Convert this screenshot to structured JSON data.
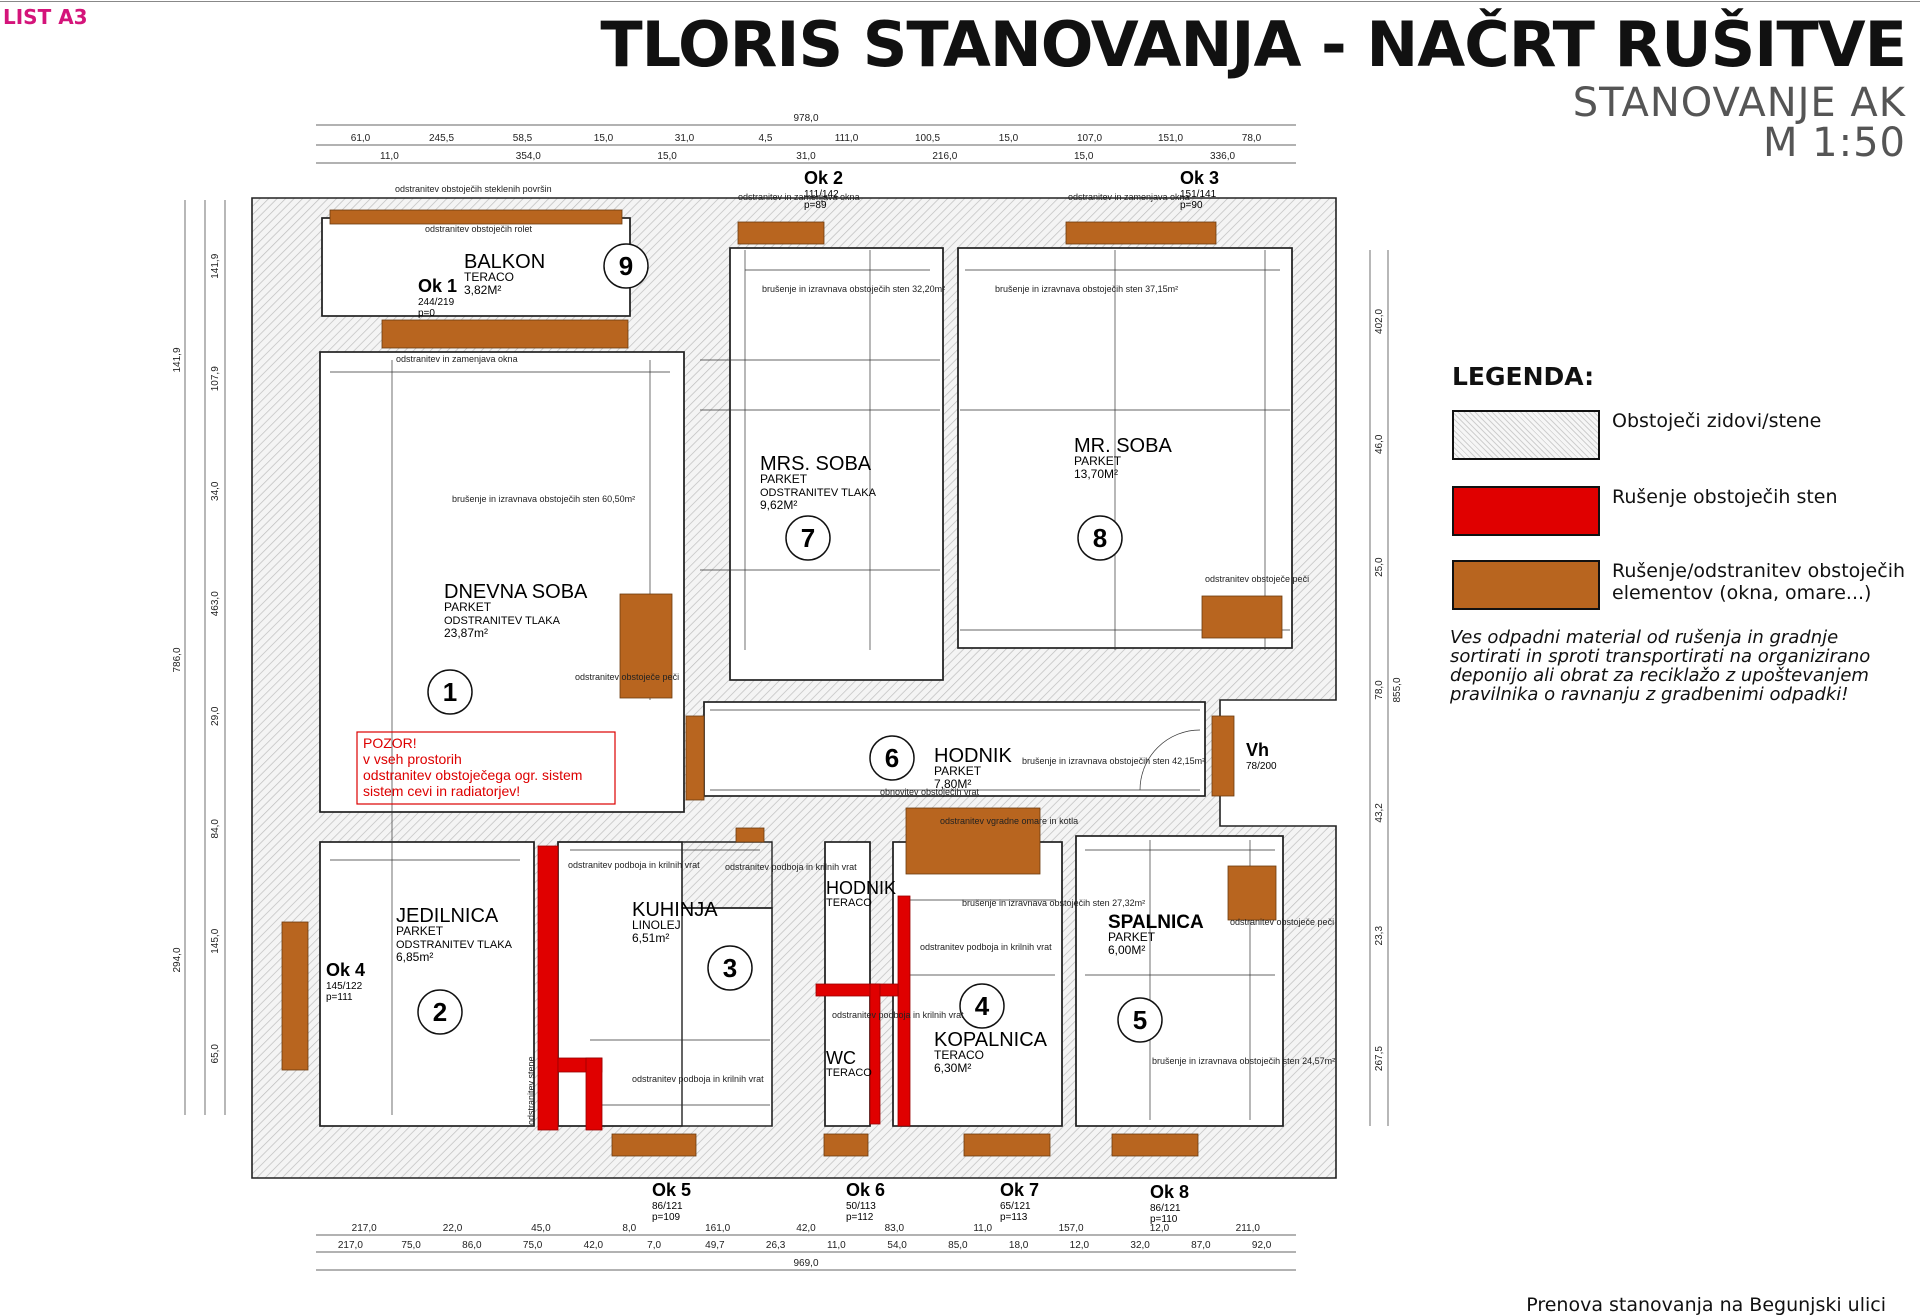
{
  "header": {
    "sheet": "LIST A3",
    "title": "TLORIS STANOVANJA - NAČRT RUŠITVE",
    "subtitle": "STANOVANJE AK",
    "scale": "M 1:50"
  },
  "legend": {
    "title": "LEGENDA:",
    "items": [
      {
        "label": "Obstoječi zidovi/stene"
      },
      {
        "label": "Rušenje obstoječih sten",
        "color": "#e00000"
      },
      {
        "label_1": "Rušenje/odstranitev obstoječih",
        "label_2": "elementov (okna, omare...)",
        "color": "#b8651f"
      }
    ],
    "note": "Ves odpadni material od rušenja in gradnje sortirati in sproti transportirati na organizirano deponijo ali obrat za reciklažo z upoštevanjem pravilnika o ravnanju z gradbenimi odpadki!"
  },
  "footer": "Prenova stanovanja na Begunjski ulici",
  "rooms": [
    {
      "num": "1",
      "name": "DNEVNA SOBA",
      "floor": "PARKET",
      "action": "ODSTRANITEV TLAKA",
      "area": "23,87m²"
    },
    {
      "num": "2",
      "name": "JEDILNICA",
      "floor": "PARKET",
      "action": "ODSTRANITEV TLAKA",
      "area": "6,85m²"
    },
    {
      "num": "3",
      "name": "KUHINJA",
      "floor": "LINOLEJ",
      "area": "6,51m²"
    },
    {
      "num": "4",
      "name": "KOPALNICA",
      "floor": "TERACO",
      "area": "6,30M²"
    },
    {
      "num": "5",
      "name": "SPALNICA",
      "floor": "PARKET",
      "area": "6,00M²"
    },
    {
      "num": "6",
      "name": "HODNIK",
      "floor": "PARKET",
      "area": "7,80M²"
    },
    {
      "num": "7",
      "name": "MRS. SOBA",
      "floor": "PARKET",
      "action": "ODSTRANITEV TLAKA",
      "area": "9,62M²"
    },
    {
      "num": "8",
      "name": "MR. SOBA",
      "floor": "PARKET",
      "area": "13,70M²"
    },
    {
      "num": "9",
      "name": "BALKON",
      "floor": "TERACO",
      "area": "3,82M²"
    }
  ],
  "extra_rooms": {
    "hodnik2": "HODNIK",
    "hodnik2_floor": "TERACO",
    "wc": "WC",
    "wc_floor": "TERACO"
  },
  "windows": [
    {
      "id": "Ok 1",
      "size": "244/219",
      "p": "p=0"
    },
    {
      "id": "Ok 2",
      "size": "111/142",
      "p": "p=89"
    },
    {
      "id": "Ok 3",
      "size": "151/141",
      "p": "p=90"
    },
    {
      "id": "Ok 4",
      "size": "145/122",
      "p": "p=111"
    },
    {
      "id": "Ok 5",
      "size": "86/121",
      "p": "p=109"
    },
    {
      "id": "Ok 6",
      "size": "50/113",
      "p": "p=112"
    },
    {
      "id": "Ok 7",
      "size": "65/121",
      "p": "p=113"
    },
    {
      "id": "Ok 8",
      "size": "86/121",
      "p": "p=110"
    },
    {
      "id": "Vh",
      "size": "78/200",
      "p": ""
    }
  ],
  "notes": {
    "glass": "odstranitev obstoječih steklenih površin",
    "rolet": "odstranitev obstoječih rolet",
    "window_replace": "odstranitev in zamenjava okna",
    "stove": "odstranitev obstoječe peči",
    "sanding_1": "brušenje in izravnava obstoječih sten 60,50m²",
    "sanding_7": "brušenje in izravnava obstoječih sten 32,20m²",
    "sanding_8": "brušenje in izravnava obstoječih sten 37,15m²",
    "sanding_6": "brušenje in izravnava obstoječih sten 42,15m²",
    "sanding_4": "brušenje in izravnava obstoječih sten 27,32m²",
    "sanding_5": "brušenje in izravnava obstoječih sten 24,57m²",
    "frames": "odstranitev podboja in krilnih vrat",
    "wall_removal": "odstranitev stene",
    "pozor_1": "POZOR!",
    "pozor_2": "v vseh prostorih",
    "pozor_3": "odstranitev obstoječega ogr. sistem",
    "pozor_4": "sistem cevi in radiatorjev!",
    "wardrobe": "odstranitev vgradne omare in kotla",
    "doors_new": "obnovitev obstoječih vrat"
  },
  "dims_top_1": [
    "61,0",
    "245,5",
    "58,5",
    "15,0",
    "31,0",
    "4,5",
    "111,0",
    "100,5",
    "15,0",
    "107,0",
    "151,0",
    "78,0"
  ],
  "dims_top_2": [
    "11,0",
    "354,0",
    "15,0",
    "31,0",
    "216,0",
    "15,0",
    "336,0"
  ],
  "dim_total_top": "978,0",
  "dims_bottom_1": [
    "217,0",
    "22,0",
    "45,0",
    "8,0",
    "161,0",
    "42,0",
    "83,0",
    "11,0",
    "157,0",
    "12,0",
    "211,0"
  ],
  "dims_bottom_2": [
    "217,0",
    "75,0",
    "86,0",
    "75,0",
    "42,0",
    "7,0",
    "49,7",
    "26,3",
    "11,0",
    "54,0",
    "85,0",
    "18,0",
    "12,0",
    "32,0",
    "87,0",
    "92,0"
  ],
  "dim_total_bottom": "969,0",
  "dims_left": [
    "141,9",
    "107,9",
    "34,0",
    "463,0",
    "29,0",
    "84,0",
    "145,0",
    "65,0"
  ],
  "dims_left_outer": [
    "141,9",
    "786,0",
    "294,0"
  ],
  "dims_right": [
    "402,0",
    "46,0",
    "25,0",
    "78,0",
    "43,2",
    "23,3",
    "267,5"
  ],
  "dim_right_total": "855,0"
}
